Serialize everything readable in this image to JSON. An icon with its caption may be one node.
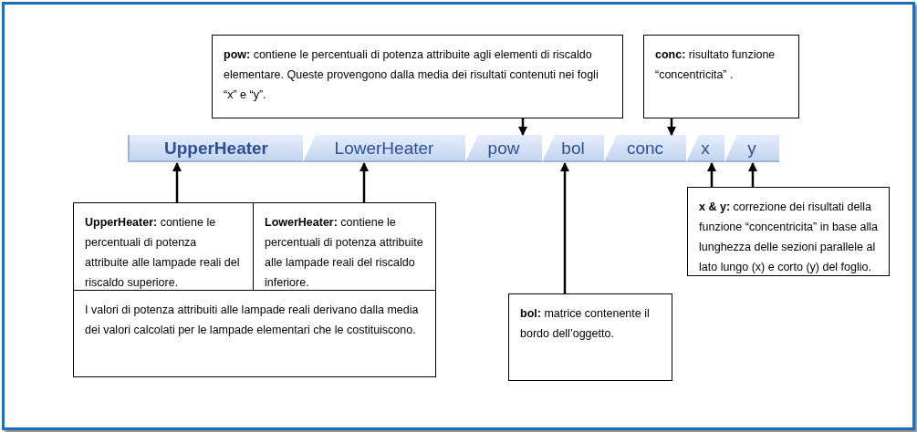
{
  "diagram": {
    "nodes": [
      {
        "text": [
          "**pow:** contiene le percentuali di potenza attribuite agli elementi di riscaldo elementare. Queste provengono dalla media dei risultati contenuti nei fogli  “x” e “y”."
        ]
      },
      {
        "text": [
          "**conc:** risultato funzione “concentricita” ."
        ]
      },
      {
        "text": [
          "UpperHeater"
        ]
      },
      {
        "text": [
          "LowerHeater"
        ]
      },
      {
        "text": [
          "pow"
        ]
      },
      {
        "text": [
          "bol"
        ]
      },
      {
        "text": [
          "conc"
        ]
      },
      {
        "text": [
          "x"
        ]
      },
      {
        "text": [
          "y"
        ]
      },
      {
        "text": [
          "**UpperHeater:** contiene le percentuali di potenza attribuite alle lampade reali del riscaldo superiore."
        ]
      },
      {
        "text": [
          "**LowerHeater:** contiene le percentuali di potenza attribuite alle lampade reali del riscaldo inferiore."
        ]
      },
      {
        "text": [
          "**x & y:** correzione dei risultati della funzione “concentricita” in base alla lunghezza delle sezioni parallele al lato lungo (x) e corto (y)  del foglio."
        ]
      },
      {
        "text": [
          "I valori di potenza attribuiti alle lampade reali derivano dalla media dei valori calcolati per le lampade elementari che le costituiscono."
        ]
      },
      {
        "text": [
          "**bol:** matrice contenente il bordo dell’oggetto."
        ]
      }
    ],
    "edges": [
      {
        "from": 0,
        "to": 4,
        "arrow": "to"
      },
      {
        "from": 1,
        "to": 6,
        "arrow": "to"
      },
      {
        "from": 9,
        "to": 2,
        "arrow": "to"
      },
      {
        "from": 10,
        "to": 3,
        "arrow": "to"
      },
      {
        "from": 11,
        "to": 7,
        "arrow": "to"
      },
      {
        "from": 11,
        "to": 8,
        "arrow": "to"
      },
      {
        "from": 13,
        "to": 5,
        "arrow": "to"
      }
    ]
  }
}
